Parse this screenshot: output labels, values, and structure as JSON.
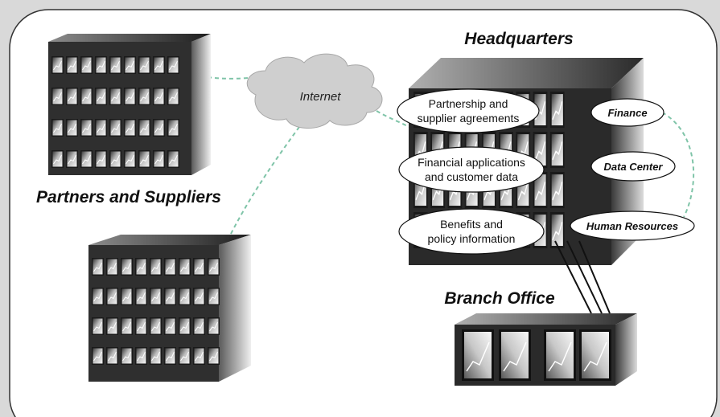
{
  "labels": {
    "headquarters": "Headquarters",
    "internet": "Internet",
    "partners_suppliers": "Partners and Suppliers",
    "branch_office": "Branch Office"
  },
  "hq_bubbles": {
    "partnership_line1": "Partnership and",
    "partnership_line2": "supplier agreements",
    "financial_line1": "Financial applications",
    "financial_line2": "and customer data",
    "benefits_line1": "Benefits and",
    "benefits_line2": "policy information"
  },
  "departments": {
    "finance": "Finance",
    "data_center": "Data Center",
    "human_resources": "Human Resources"
  },
  "colors": {
    "background": "#d9d9d9",
    "panel": "#ffffff",
    "dashed_link": "#7fc4a8",
    "cloud": "#cfcfcf",
    "building_dark": "#2e2e2e"
  }
}
